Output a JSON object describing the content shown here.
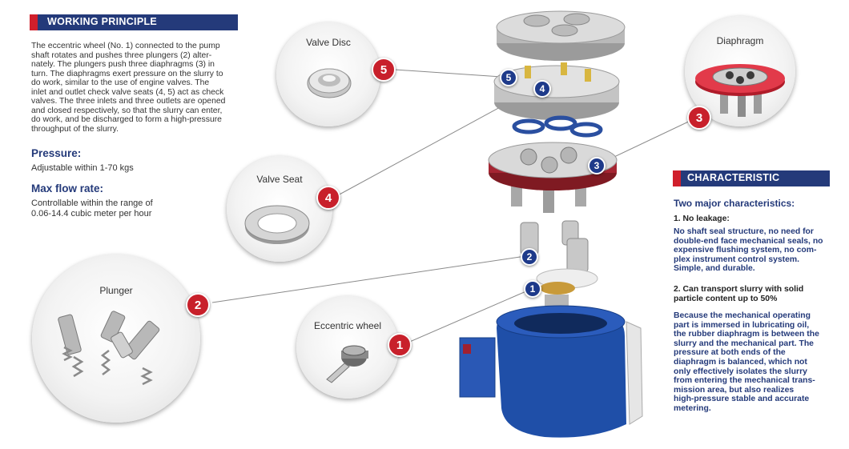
{
  "working_principle": {
    "header": "WORKING PRINCIPLE",
    "lines": [
      "The eccentric wheel (No. 1) connected to the pump",
      "shaft rotates and pushes three plungers (2) alter-",
      "nately. The plungers push three diaphragms (3) in",
      "turn. The diaphragms exert pressure on the slurry to",
      "do work, similar to the use of engine valves. The",
      "inlet and outlet check valve seats (4, 5) act as check",
      "valves. The three inlets and three outlets are opened",
      "and closed respectively, so that the slurry can enter,",
      "do work, and be discharged to form a high-pressure",
      "throughput of the slurry."
    ]
  },
  "pressure": {
    "title": "Pressure:",
    "value": "Adjustable within 1-70 kgs"
  },
  "max_flow": {
    "title": "Max flow rate:",
    "lines": [
      "Controllable within the range of",
      "0.06-14.4 cubic meter per hour"
    ]
  },
  "components": {
    "valve_disc": {
      "label": "Valve Disc",
      "number": "5"
    },
    "valve_seat": {
      "label": "Valve Seat",
      "number": "4"
    },
    "plunger": {
      "label": "Plunger",
      "number": "2"
    },
    "eccentric_wheel": {
      "label": "Eccentric wheel",
      "number": "1"
    },
    "diaphragm": {
      "label": "Diaphragm",
      "number": "3"
    }
  },
  "exploded_badges": [
    "5",
    "4",
    "3",
    "2",
    "1"
  ],
  "characteristic": {
    "header": "CHARACTERISTIC",
    "subtitle": "Two major characteristics:",
    "item1_title": "1. No leakage:",
    "item1_lines": [
      "No shaft seal structure, no need for",
      "double-end face mechanical seals, no",
      "expensive flushing system, no com-",
      "plex instrument control system.",
      "Simple, and durable."
    ],
    "item2_title_lines": [
      "2. Can transport slurry with solid",
      "particle content up to 50%"
    ],
    "item2_lines": [
      "Because the mechanical operating",
      "part is immersed in lubricating oil,",
      "the rubber diaphragm is between the",
      "slurry and the mechanical part. The",
      "pressure at both ends of the",
      "diaphragm is balanced, which not",
      "only effectively isolates the slurry",
      "from entering the mechanical trans-",
      "mission area, but also realizes",
      "high-pressure stable and accurate",
      "metering."
    ]
  },
  "colors": {
    "brand_blue": "#243a7a",
    "accent_red": "#c8202b",
    "pump_blue": "#1f4fa8"
  }
}
